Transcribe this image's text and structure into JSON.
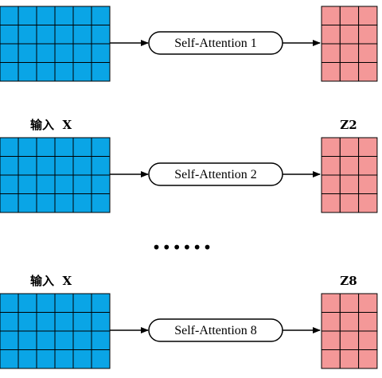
{
  "colors": {
    "input_fill": "#0aa5e6",
    "output_fill": "#f49898",
    "stroke": "#000000"
  },
  "grids": {
    "input_rows": 4,
    "input_cols": 6,
    "output_rows": 4,
    "output_cols": 3
  },
  "heads": [
    {
      "input_label": "",
      "output_label": "",
      "attention_label": "Self-Attention 1"
    },
    {
      "input_label": "输入  X",
      "output_label": "Z2",
      "attention_label": "Self-Attention 2"
    },
    {
      "input_label": "输入  X",
      "output_label": "Z8",
      "attention_label": "Self-Attention 8"
    }
  ],
  "ellipsis": "••••••"
}
